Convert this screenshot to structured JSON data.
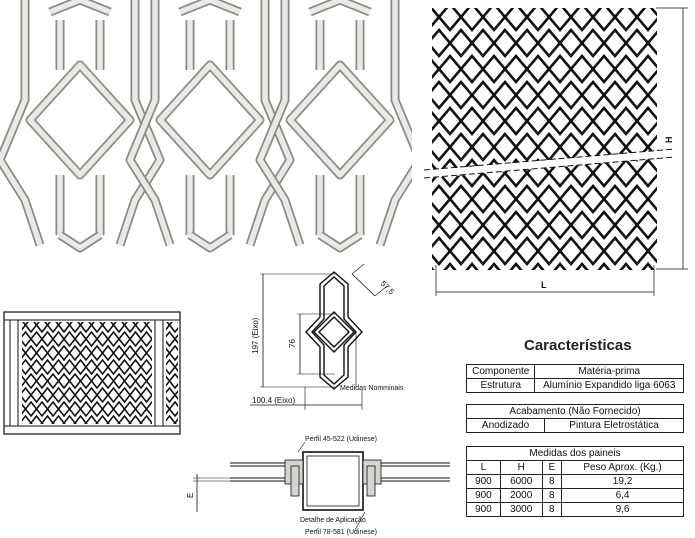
{
  "diagram_labels": {
    "dim_H": "H",
    "dim_L": "L",
    "dim_197": "197 (Eixo)",
    "dim_76": "76",
    "dim_57_5": "57,5",
    "dim_100_4": "100.4 (Eixo)",
    "medidas_nominais": "Medidas Nomminais",
    "perfil_top": "Perfil 45-522 (Udinese)",
    "detalhe": "Detalhe de Aplicação",
    "perfil_bottom": "Perfil 78-581 (Udinese)",
    "dim_E": "E"
  },
  "characteristics": {
    "title": "Características",
    "materia": {
      "headers": [
        "Componente",
        "Matéria-prima"
      ],
      "row": [
        "Estrutura",
        "Alumínio Expandido liga 6063"
      ]
    },
    "acabamento": {
      "header": "Acabamento (Não Fornecido)",
      "row": [
        "Anodizado",
        "Pintura Eletrostática"
      ]
    },
    "medidas": {
      "header": "Medidas dos paineis",
      "columns": [
        "L",
        "H",
        "E",
        "Peso Aprox. (Kg.)"
      ],
      "rows": [
        [
          "900",
          "6000",
          "8",
          "19,2"
        ],
        [
          "900",
          "2000",
          "8",
          "6,4"
        ],
        [
          "900",
          "3000",
          "8",
          "9,6"
        ]
      ]
    }
  },
  "colors": {
    "metal_light": "#e9e9e6",
    "metal_dark": "#8a8a86",
    "ink": "#111111"
  }
}
